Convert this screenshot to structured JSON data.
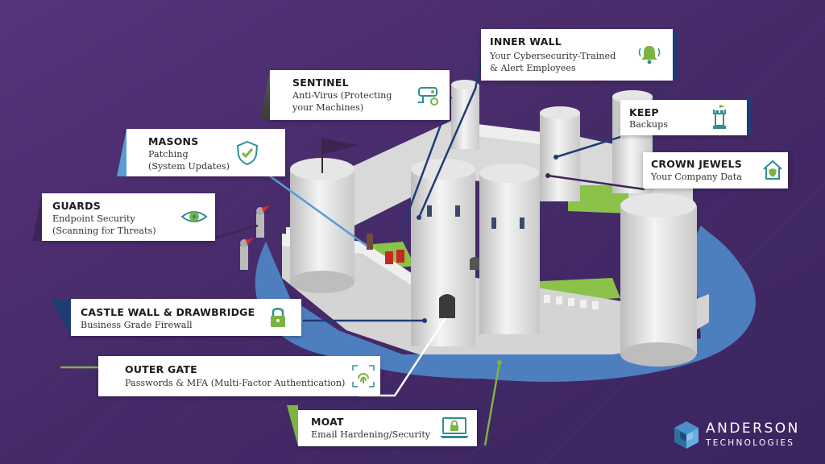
{
  "colors": {
    "background": "#4b2d6e",
    "navy_accent": "#1f3c74",
    "green_accent": "#7cb342",
    "purple_accent": "#3d2559",
    "moat_blue": "#4d7fbf",
    "icon_teal": "#2f8f8f"
  },
  "cards": {
    "inner_wall": {
      "title": "INNER WALL",
      "desc": [
        "Your Cybersecurity-Trained",
        "& Alert Employees"
      ],
      "icon": "bell-icon"
    },
    "sentinel": {
      "title": "SENTINEL",
      "desc": [
        "Anti-Virus (Protecting",
        "your Machines)"
      ],
      "icon": "security-camera-icon"
    },
    "keep": {
      "title": "KEEP",
      "desc": [
        "Backups"
      ],
      "icon": "chess-rook-icon"
    },
    "masons": {
      "title": "MASONS",
      "desc": [
        "Patching",
        "(System Updates)"
      ],
      "icon": "shield-check-icon"
    },
    "crown_jewels": {
      "title": "CROWN JEWELS",
      "desc": [
        "Your Company Data"
      ],
      "icon": "house-shield-icon"
    },
    "guards": {
      "title": "GUARDS",
      "desc": [
        "Endpoint Security",
        "(Scanning for Threats)"
      ],
      "icon": "eye-icon"
    },
    "castle_wall": {
      "title": "CASTLE WALL & DRAWBRIDGE",
      "desc": [
        "Business Grade Firewall"
      ],
      "icon": "padlock-icon"
    },
    "outer_gate": {
      "title": "OUTER GATE",
      "desc": [
        "Passwords & MFA (Multi-Factor Authentication)"
      ],
      "icon": "fingerprint-icon"
    },
    "moat": {
      "title": "MOAT",
      "desc": [
        "Email Hardening/Security"
      ],
      "icon": "laptop-lock-icon"
    }
  },
  "logo": {
    "name": "ANDERSON",
    "sub": "TECHNOLOGIES",
    "icon": "cube-logo-icon"
  }
}
